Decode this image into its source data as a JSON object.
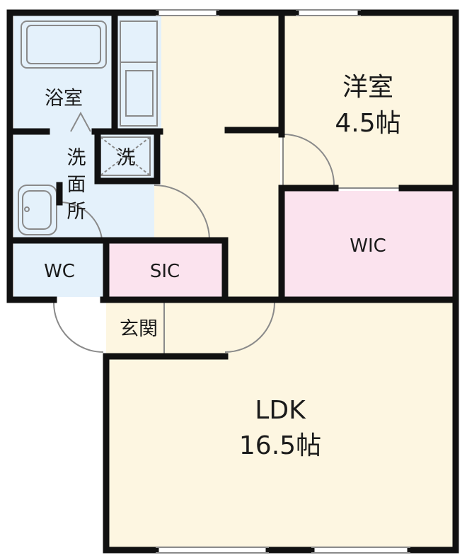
{
  "colors": {
    "wall": "#111111",
    "wet_area": "#e4f1fb",
    "living_area": "#fdf6e1",
    "closet_area": "#fbe3ee",
    "fixture_stroke": "#8a8a8a"
  },
  "rooms": {
    "bathroom": {
      "label": "浴室"
    },
    "washroom": {
      "label_chars": [
        "洗",
        "面",
        "所"
      ]
    },
    "washer": {
      "label": "洗"
    },
    "toilet": {
      "label": "WC"
    },
    "shoe_closet": {
      "label": "SIC"
    },
    "entrance": {
      "label": "玄関"
    },
    "western_room": {
      "label": "洋室",
      "size": "4.5帖"
    },
    "walk_in_closet": {
      "label": "WIC"
    },
    "ldk": {
      "label": "LDK",
      "size": "16.5帖"
    }
  }
}
